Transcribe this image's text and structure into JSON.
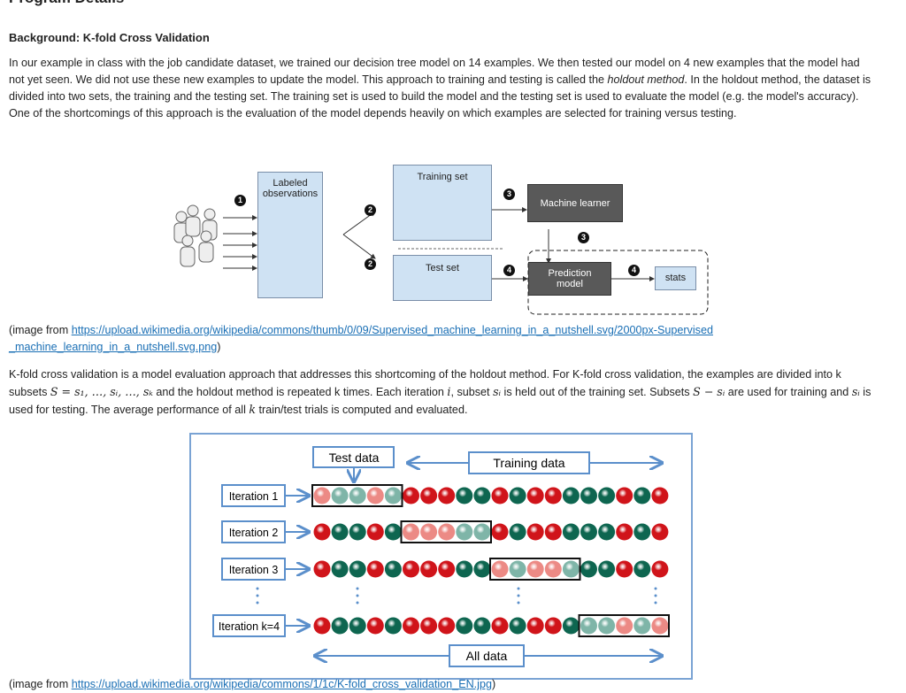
{
  "page_title": "Program Details",
  "section_heading": "Background: K-fold Cross Validation",
  "para1": {
    "before": "In our example in class with the job candidate dataset, we trained our decision tree model on 14 examples. We then tested our model on 4 new examples that the model had not yet seen. We did not use these new examples to update the model. This approach to training and testing is called the ",
    "emphasis": "holdout method",
    "after": ". In the holdout method, the dataset is divided into two sets, the training and the testing set. The training set is used to build the model and the testing set is used to evaluate the model (e.g. the model's accuracy). One of the shortcomings of this approach is the evaluation of the model depends heavily on which examples are selected for training versus testing."
  },
  "diagram1": {
    "labeled": "Labeled observations",
    "training": "Training set",
    "test": "Test set",
    "learner": "Machine learner",
    "prediction": "Prediction model",
    "stats": "stats",
    "markers": [
      "1",
      "2",
      "2",
      "3",
      "3",
      "4",
      "4"
    ]
  },
  "caption1": {
    "prefix": "(image from ",
    "link": "https://upload.wikimedia.org/wikipedia/commons/thumb/0/09/Supervised_machine_learning_in_a_nutshell.svg/2000px-Supervised_machine_learning_in_a_nutshell.svg.png",
    "suffix": ")"
  },
  "para2": {
    "t1": "K-fold cross validation is a model evaluation approach that addresses this shortcoming of the holdout method. For K-fold cross validation, the examples are divided into k subsets ",
    "m1": "S = s₁, …, sᵢ, …, sₖ",
    "t2": " and the holdout method is repeated k times. Each iteration ",
    "m2": "i",
    "t3": ", subset ",
    "m3": "sᵢ",
    "t4": " is held out of the training set. Subsets ",
    "m4": "S − sᵢ",
    "t5": " are used for training and ",
    "m5": "sᵢ",
    "t6": " is used for testing. The average performance of all ",
    "m6": "k",
    "t7": " train/test trials is computed and evaluated."
  },
  "diagram2": {
    "test_label": "Test data",
    "training_label": "Training data",
    "all_label": "All data",
    "iterations": [
      "Iteration 1",
      "Iteration 2",
      "Iteration 3",
      "Iteration k=4"
    ],
    "ball_sequence": [
      "R",
      "G",
      "G",
      "R",
      "G",
      "R",
      "R",
      "R",
      "G",
      "G",
      "R",
      "G",
      "R",
      "R",
      "G",
      "G",
      "G",
      "R",
      "G",
      "R"
    ],
    "test_fold_start": [
      0,
      5,
      10,
      15
    ],
    "fold_size": 5,
    "colors": {
      "red": "#d0141a",
      "green": "#0e6650",
      "red_test": "#ec8a85",
      "green_test": "#7fb5a8",
      "frame": "#7aa3d4"
    }
  },
  "caption2": {
    "prefix": "(image from ",
    "link": "https://upload.wikimedia.org/wikipedia/commons/1/1c/K-fold_cross_validation_EN.jpg",
    "suffix": ")"
  }
}
